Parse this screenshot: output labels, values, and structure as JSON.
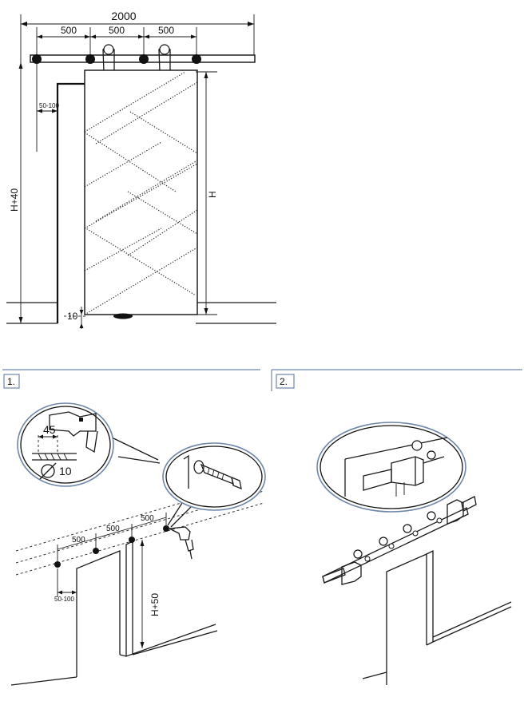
{
  "top_diagram": {
    "total_width": "2000",
    "spacing_1": "500",
    "spacing_2": "500",
    "spacing_3": "500",
    "wall_offset": "50-100",
    "rail_height": "H+40",
    "door_height": "H",
    "floor_gap": "10"
  },
  "step1": {
    "number": "1.",
    "drill_depth": "45",
    "drill_diameter": "10",
    "spacing_1": "500",
    "spacing_2": "500",
    "spacing_3": "500",
    "wall_offset": "50-100",
    "hole_height": "H+50"
  },
  "step2": {
    "number": "2."
  },
  "colors": {
    "line": "#1a1a1a",
    "frame_blue": "#6f87a8",
    "background": "#ffffff"
  }
}
